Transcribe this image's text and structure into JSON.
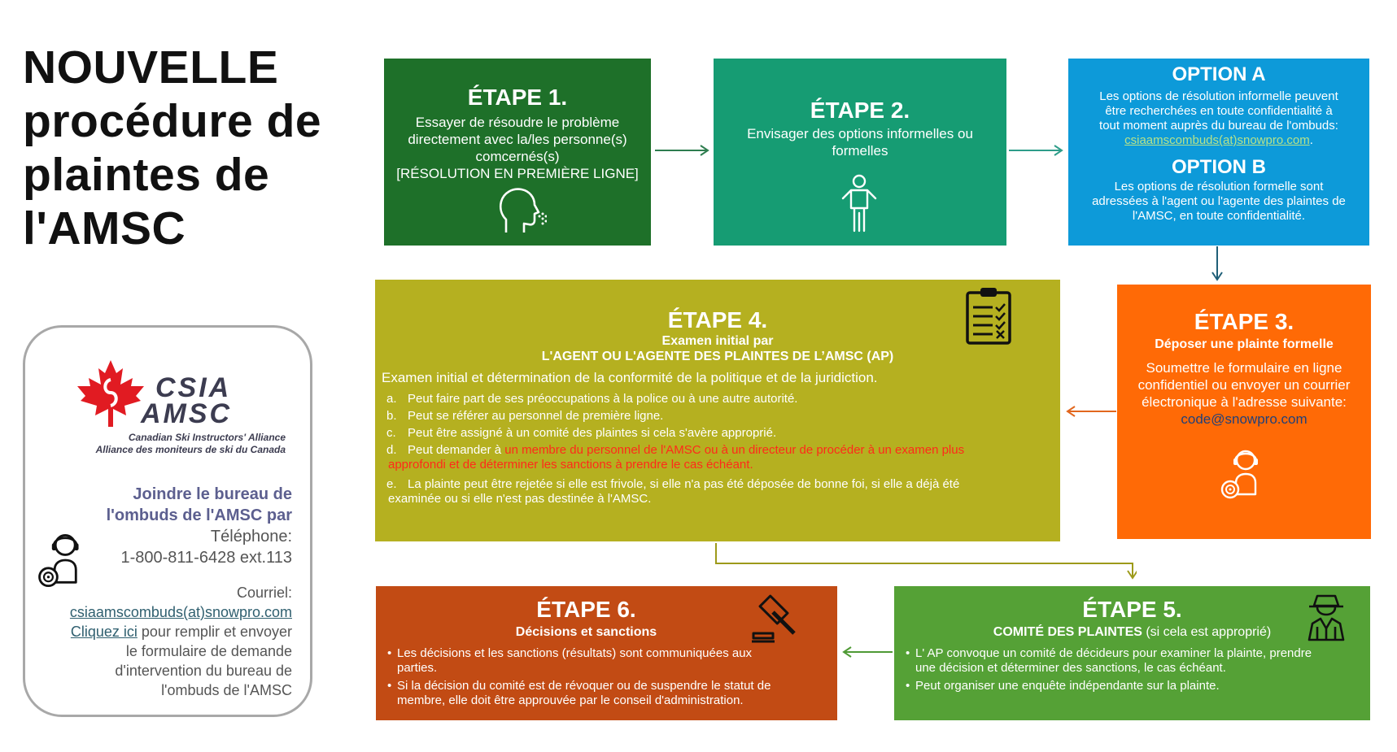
{
  "title": [
    "NOUVELLE",
    "procédure de",
    "plaintes de",
    "l'AMSC"
  ],
  "colors": {
    "step1": "#1e7029",
    "step2": "#169c73",
    "options": "#0d9ad9",
    "step3": "#ff6a06",
    "step4": "#b5b020",
    "step5": "#55a136",
    "step6": "#c24b14"
  },
  "step1": {
    "heading": "ÉTAPE 1.",
    "lines": [
      "Essayer de résoudre le problème",
      "directement avec la/les personne(s)",
      "comcernés(s)",
      "[RÉSOLUTION EN PREMIÈRE LIGNE]"
    ],
    "icon": "speaking-head-icon"
  },
  "step2": {
    "heading": "ÉTAPE 2.",
    "lines": [
      "Envisager des options informelles ou",
      "formelles"
    ],
    "icon": "person-icon"
  },
  "optionA": {
    "heading": "OPTION A",
    "lines": [
      "Les options de résolution informelle peuvent",
      "être recherchées en toute confidentialité à",
      "tout moment auprès du bureau de l'ombuds:"
    ],
    "link": "csiaamscombuds(at)snowpro.com",
    "link_suffix": "."
  },
  "optionB": {
    "heading": "OPTION B",
    "lines": [
      "Les options de résolution formelle sont",
      "adressées à l'agent ou l'agente des plaintes de",
      "l'AMSC, en toute confidentialité."
    ]
  },
  "step3": {
    "heading": "ÉTAPE 3.",
    "subheading": "Déposer une plainte formelle",
    "lines": [
      "Soumettre le formulaire en ligne",
      "confidentiel ou envoyer un courrier",
      "électronique à l'adresse suivante:"
    ],
    "email": "code@snowpro.com",
    "icon": "headset-agent-icon"
  },
  "step4": {
    "heading": "ÉTAPE 4.",
    "sub1": "Examen initial par",
    "sub2": "L'AGENT OU L'AGENTE DES  PLAINTES DE L’AMSC (AP)",
    "intro": "Examen initial et détermination de la conformité de la politique et de la juridiction.",
    "items": [
      {
        "letter": "a.",
        "text": "Peut faire part de ses préoccupations à la police ou à une autre autorité."
      },
      {
        "letter": "b.",
        "text": "Peut se référer au personnel de première ligne."
      },
      {
        "letter": "c.",
        "text": "Peut être assigné à un comité des plaintes si cela s'avère approprié."
      }
    ],
    "item_d": {
      "letter": "d.",
      "prefix": "Peut demander à ",
      "red1": "un membre du personnel de l'AMSC ou à un directeur de procéder à un examen plus",
      "red2": "approfondi et de déterminer les sanctions à prendre le cas échéant."
    },
    "item_e": {
      "letter": "e.",
      "line1": "La plainte peut être rejetée si elle est frivole, si elle n'a pas été déposée de bonne foi, si elle a déjà été",
      "line2": "examinée ou si elle n'est pas destinée à l'AMSC."
    },
    "icon": "checklist-clipboard-icon"
  },
  "step5": {
    "heading": "ÉTAPE 5.",
    "sub_bold": "COMITÉ DES PLAINTES",
    "sub_normal": " (si cela est approprié)",
    "bullets": [
      [
        "L' AP convoque un comité de décideurs pour examiner la plainte, prendre",
        "une décision et déterminer des sanctions, le cas échéant."
      ],
      [
        "Peut organiser une enquête indépendante sur la plainte."
      ]
    ],
    "icon": "detective-icon"
  },
  "step6": {
    "heading": "ÉTAPE 6.",
    "subheading": "Décisions et sanctions",
    "bullets": [
      [
        "Les décisions et les sanctions (résultats) sont communiquées aux",
        "parties."
      ],
      [
        "Si la décision du comité est de révoquer ou de suspendre le statut de",
        "membre, elle doit être approuvée par le conseil d'administration."
      ]
    ],
    "icon": "gavel-icon"
  },
  "contact": {
    "logo_csia": "CSIA",
    "logo_amsc": "AMSC",
    "logo_en": "Canadian Ski Instructors' Alliance",
    "logo_fr": "Alliance des moniteurs de ski du Canada",
    "join1": "Joindre le bureau de",
    "join2": "l'ombuds de l'AMSC par",
    "phone_label": "Téléphone:",
    "phone": "1-800-811-6428 ext.113",
    "email_label": "Courriel:",
    "email": "csiaamscombuds(at)snowpro.com",
    "click_here": "Cliquez ici",
    "form_text1": " pour remplir et envoyer",
    "form_text2": "le formulaire de demande",
    "form_text3": "d'intervention du bureau de",
    "form_text4": "l'ombuds de l'AMSC",
    "icon": "headset-agent-icon"
  }
}
